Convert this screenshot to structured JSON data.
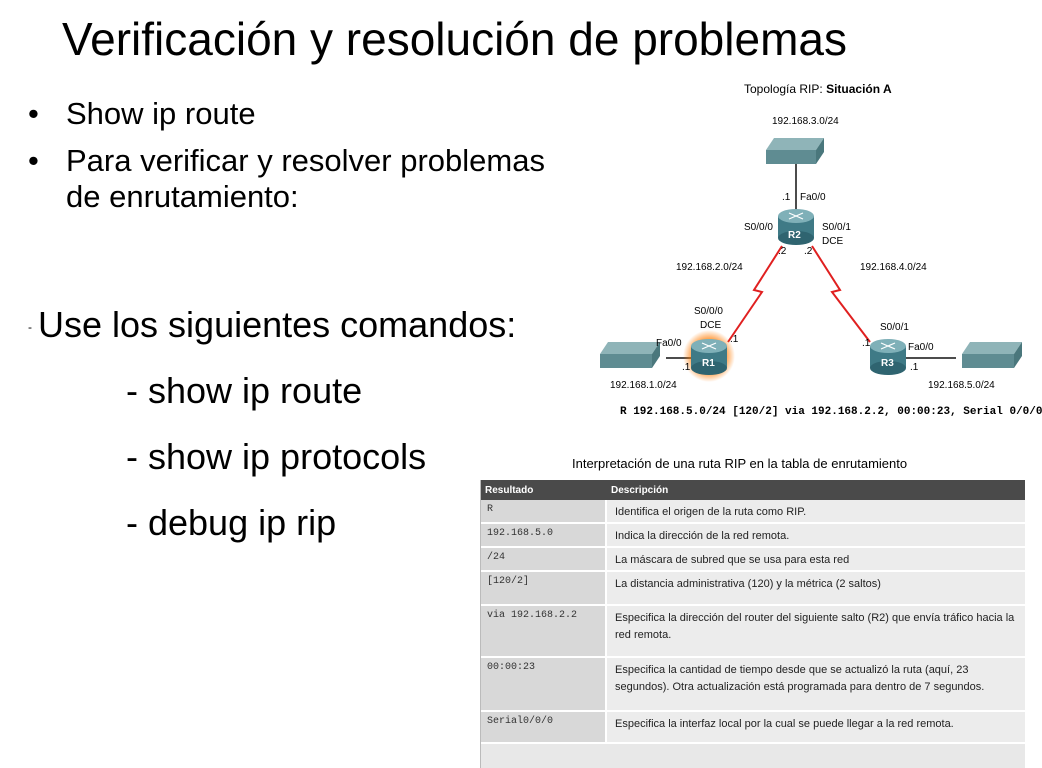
{
  "slide": {
    "title": "Verificación y resolución de problemas",
    "bullets": [
      "Show ip route",
      "Para verificar y resolver problemas de enrutamiento:"
    ],
    "commands_intro_dash": "-",
    "commands_intro": "Use los siguientes comandos:",
    "commands": [
      "- show ip route",
      "- show ip protocols",
      "- debug ip rip"
    ]
  },
  "topology": {
    "title_prefix": "Topología RIP: ",
    "title_bold": "Situación A",
    "net_top": "192.168.3.0/24",
    "net_left": "192.168.1.0/24",
    "net_right": "192.168.5.0/24",
    "link_left": "192.168.2.0/24",
    "link_right": "192.168.4.0/24",
    "r1": "R1",
    "r2": "R2",
    "r3": "R3",
    "r2_fa": "Fa0/0",
    "r2_fa_ip": ".1",
    "r2_s0": "S0/0/0",
    "r2_s1": "S0/0/1",
    "r2_dce": "DCE",
    "r2_s0_ip": ".2",
    "r2_s1_ip": ".2",
    "r1_s0": "S0/0/0",
    "r1_dce": "DCE",
    "r1_s0_ip": ".1",
    "r1_fa": "Fa0/0",
    "r1_fa_ip": ".1",
    "r3_s1": "S0/0/1",
    "r3_s1_ip": ".1",
    "r3_fa": "Fa0/0",
    "r3_fa_ip": ".1",
    "route_line": "R 192.168.5.0/24 [120/2] via 192.168.2.2, 00:00:23, Serial 0/0/0",
    "colors": {
      "router": "#3f7a86",
      "switch": "#6f9aa0",
      "serial": "#e02020",
      "ethernet": "#111111",
      "highlight": "#ff7a00"
    }
  },
  "table": {
    "title": "Interpretación de una ruta RIP en la tabla de enrutamiento",
    "headers": [
      "Resultado",
      "Descripción"
    ],
    "rows": [
      {
        "result": "R",
        "desc": "Identifica el origen de la ruta como RIP."
      },
      {
        "result": "192.168.5.0",
        "desc": "Indica la dirección de la red remota."
      },
      {
        "result": "/24",
        "desc": "La máscara de subred que se usa para esta red"
      },
      {
        "result": "[120/2]",
        "desc": "La distancia administrativa (120) y la métrica (2 saltos)"
      },
      {
        "result": "via 192.168.2.2",
        "desc": "Especifica la dirección del router del siguiente salto (R2) que envía tráfico hacia la red remota."
      },
      {
        "result": "00:00:23",
        "desc": "Especifica la cantidad de tiempo desde que se actualizó la ruta (aquí, 23 segundos). Otra actualización está programada para dentro de 7 segundos."
      },
      {
        "result": "Serial0/0/0",
        "desc": "Especifica la interfaz local por la cual se puede llegar a la red remota."
      }
    ]
  }
}
